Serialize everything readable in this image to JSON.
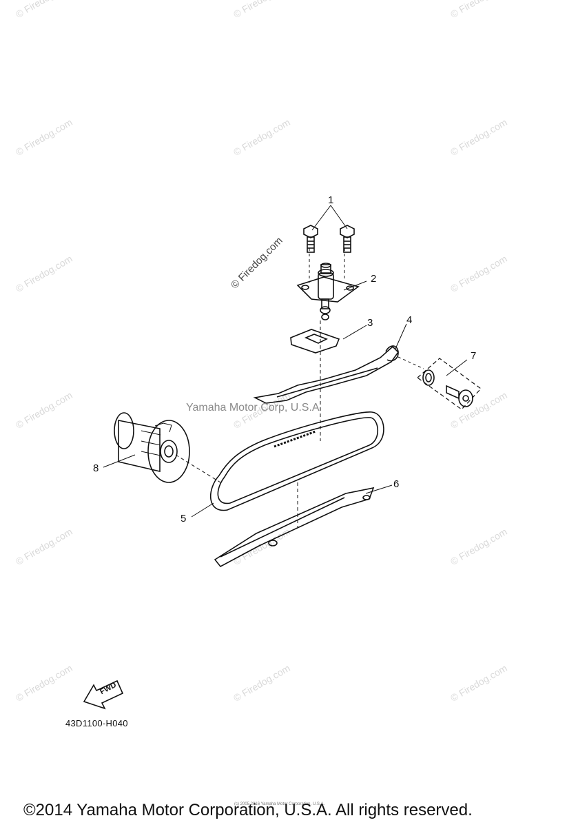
{
  "watermarks": {
    "firedog": "© Firedog.com",
    "firedog_dark": "© Firedog.com",
    "center": "Yamaha Motor Corp, U.S.A",
    "small_copyright": "(c) 2005 2016 Yamaha Motor Corporation, U.S.A."
  },
  "callouts": [
    "1",
    "2",
    "3",
    "4",
    "5",
    "6",
    "7",
    "8"
  ],
  "fwd_label": "FWD",
  "part_code": "43D1100-H040",
  "footer": "©2014 Yamaha Motor Corporation, U.S.A. All rights reserved."
}
